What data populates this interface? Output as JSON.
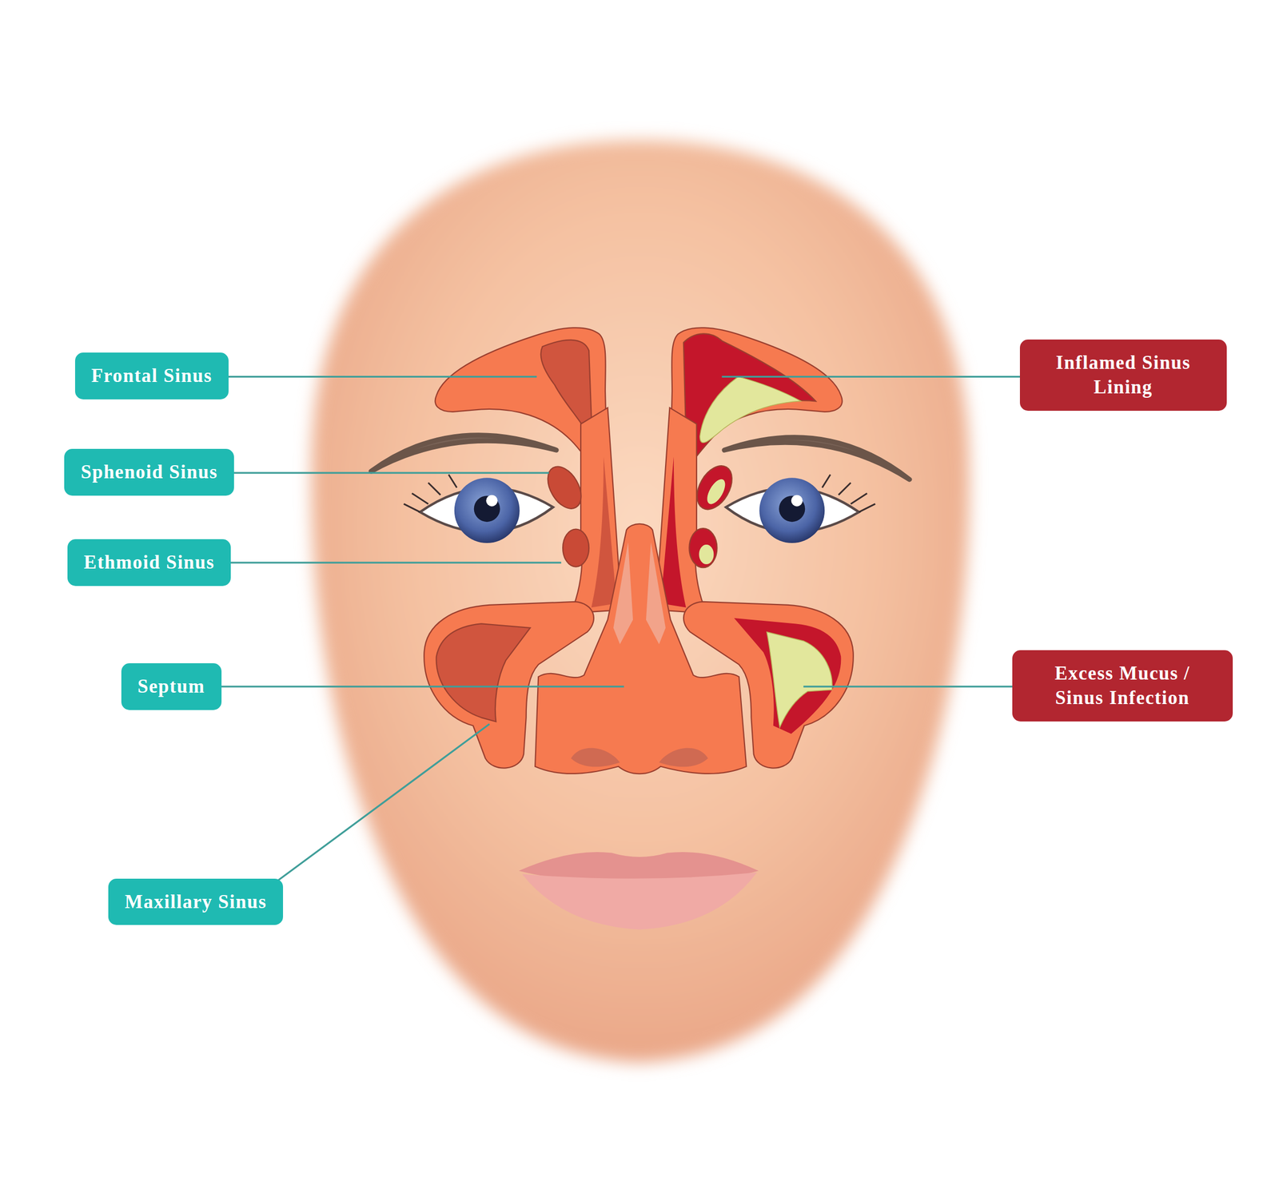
{
  "diagram": {
    "nodes": [
      {
        "text": [
          "Frontal Sinus"
        ]
      },
      {
        "text": [
          "Inflamed Sinus Lining"
        ]
      },
      {
        "text": [
          "Sphenoid Sinus"
        ]
      },
      {
        "text": [
          "Ethmoid Sinus"
        ]
      },
      {
        "text": [
          "Septum"
        ]
      },
      {
        "text": [
          "Excess Mucus / Sinus Infection"
        ]
      },
      {
        "text": [
          "Maxillary Sinus"
        ]
      }
    ]
  }
}
